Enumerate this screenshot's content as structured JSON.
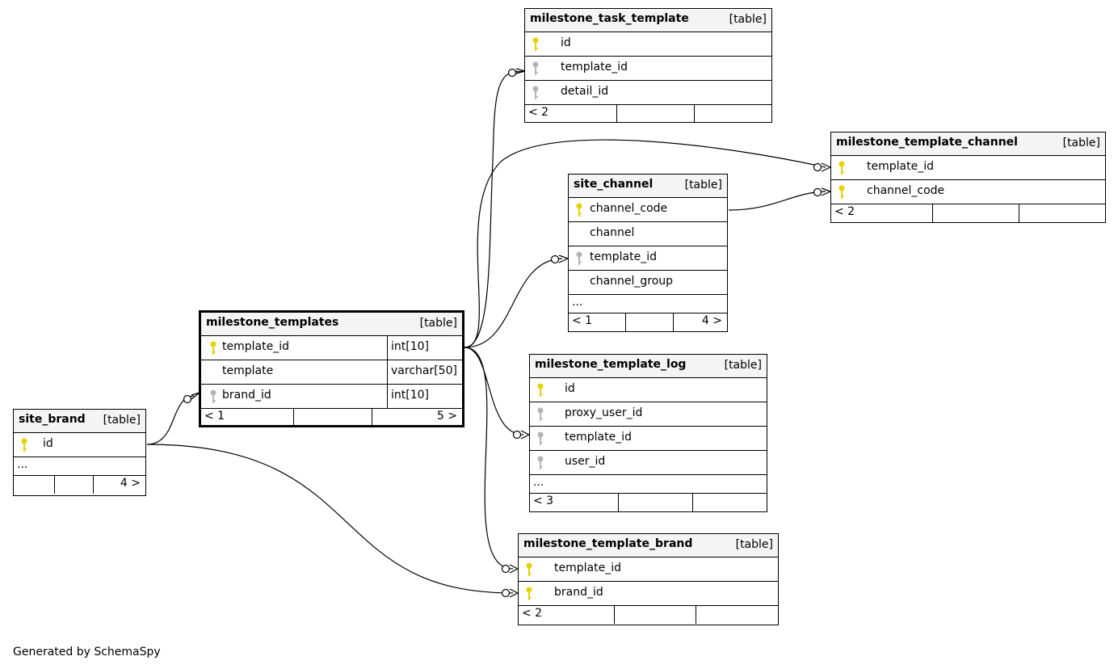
{
  "tables": {
    "milestone_task_template": {
      "name": "milestone_task_template",
      "kind": "[table]",
      "columns": [
        "id",
        "template_id",
        "detail_id"
      ],
      "footer_left": "< 2"
    },
    "milestone_template_channel": {
      "name": "milestone_template_channel",
      "kind": "[table]",
      "columns": [
        "template_id",
        "channel_code"
      ],
      "footer_left": "< 2"
    },
    "site_channel": {
      "name": "site_channel",
      "kind": "[table]",
      "columns": [
        "channel_code",
        "channel",
        "template_id",
        "channel_group"
      ],
      "more": "...",
      "footer_left": "< 1",
      "footer_right": "4 >"
    },
    "milestone_templates": {
      "name": "milestone_templates",
      "kind": "[table]",
      "columns": [
        "template_id",
        "template",
        "brand_id"
      ],
      "types": [
        "int[10]",
        "varchar[50]",
        "int[10]"
      ],
      "footer_left": "< 1",
      "footer_right": "5 >"
    },
    "milestone_template_log": {
      "name": "milestone_template_log",
      "kind": "[table]",
      "columns": [
        "id",
        "proxy_user_id",
        "template_id",
        "user_id"
      ],
      "more": "...",
      "footer_left": "< 3"
    },
    "site_brand": {
      "name": "site_brand",
      "kind": "[table]",
      "columns": [
        "id"
      ],
      "more": "...",
      "footer_right": "4 >"
    },
    "milestone_template_brand": {
      "name": "milestone_template_brand",
      "kind": "[table]",
      "columns": [
        "template_id",
        "brand_id"
      ],
      "footer_left": "< 2"
    }
  },
  "key_colors": {
    "primary": "#e6d200",
    "foreign": "#b4b4b4"
  },
  "caption": "Generated by SchemaSpy"
}
